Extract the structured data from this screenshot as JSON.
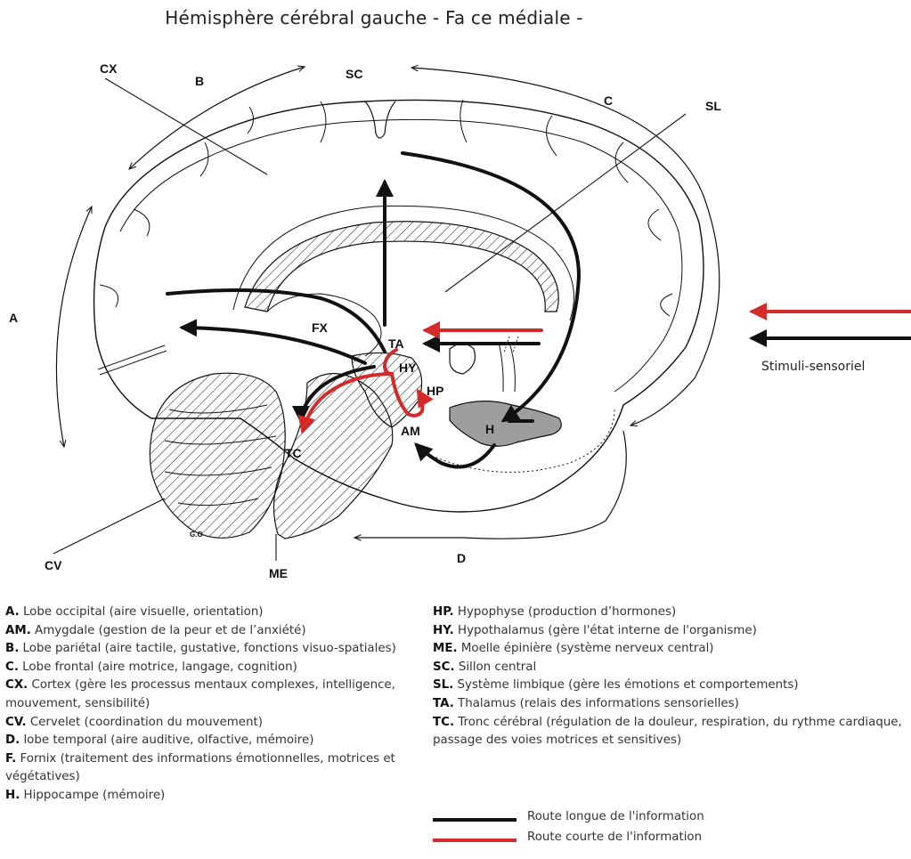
{
  "title": "Hémisphère cérébral gauche - Fa ce médiale -",
  "labels": {
    "CX": "CX",
    "B": "B",
    "SC": "SC",
    "C": "C",
    "SL": "SL",
    "A": "A",
    "FX": "FX",
    "TA": "TA",
    "HY": "HY",
    "HP": "HP",
    "AM": "AM",
    "H": "H",
    "TC": "TC",
    "GO": "G.O",
    "CV": "CV",
    "ME": "ME",
    "D": "D",
    "stimuli": "Stimuli-sensoriel"
  },
  "legend_left": [
    {
      "abbr": "A.",
      "text": " Lobe occipital (aire visuelle, orientation)"
    },
    {
      "abbr": "AM.",
      "text": " Amygdale (gestion de la peur et de l’anxiété)"
    },
    {
      "abbr": "B.",
      "text": " Lobe pariétal (aire tactile, gustative, fonctions visuo-spatiales)"
    },
    {
      "abbr": "C.",
      "text": " Lobe frontal (aire motrice, langage, cognition)"
    },
    {
      "abbr": "CX.",
      "text": " Cortex (gère les processus mentaux complexes, intelligence, mouvement, sensibilité)"
    },
    {
      "abbr": "CV.",
      "text": " Cervelet (coordination du mouvement)"
    },
    {
      "abbr": "D.",
      "text": " lobe temporal (aire auditive, olfactive, mémoire)"
    },
    {
      "abbr": "F.",
      "text": " Fornix (traitement des informations émotionnelles, motrices et végétatives)"
    },
    {
      "abbr": "H.",
      "text": " Hippocampe (mémoire)"
    }
  ],
  "legend_right": [
    {
      "abbr": "HP.",
      "text": " Hypophyse (production d’hormones)"
    },
    {
      "abbr": "HY.",
      "text": " Hypothalamus (gère l'état interne de l'organisme)"
    },
    {
      "abbr": "ME.",
      "text": " Moelle épinière (système nerveux central)"
    },
    {
      "abbr": "SC.",
      "text": " Sillon central"
    },
    {
      "abbr": "SL.",
      "text": " Système limbique (gère les émotions et comportements)"
    },
    {
      "abbr": "TA.",
      "text": " Thalamus (relais des informations sensorielles)"
    },
    {
      "abbr": "TC.",
      "text": " Tronc cérébral (régulation de la douleur, respiration, du rythme cardiaque, passage des voies motrices et sensitives)"
    }
  ],
  "key": {
    "long_label": "Route longue de l'information",
    "short_label": "Route courte de l'information",
    "long_color": "#111111",
    "short_color": "#d42a2a"
  }
}
